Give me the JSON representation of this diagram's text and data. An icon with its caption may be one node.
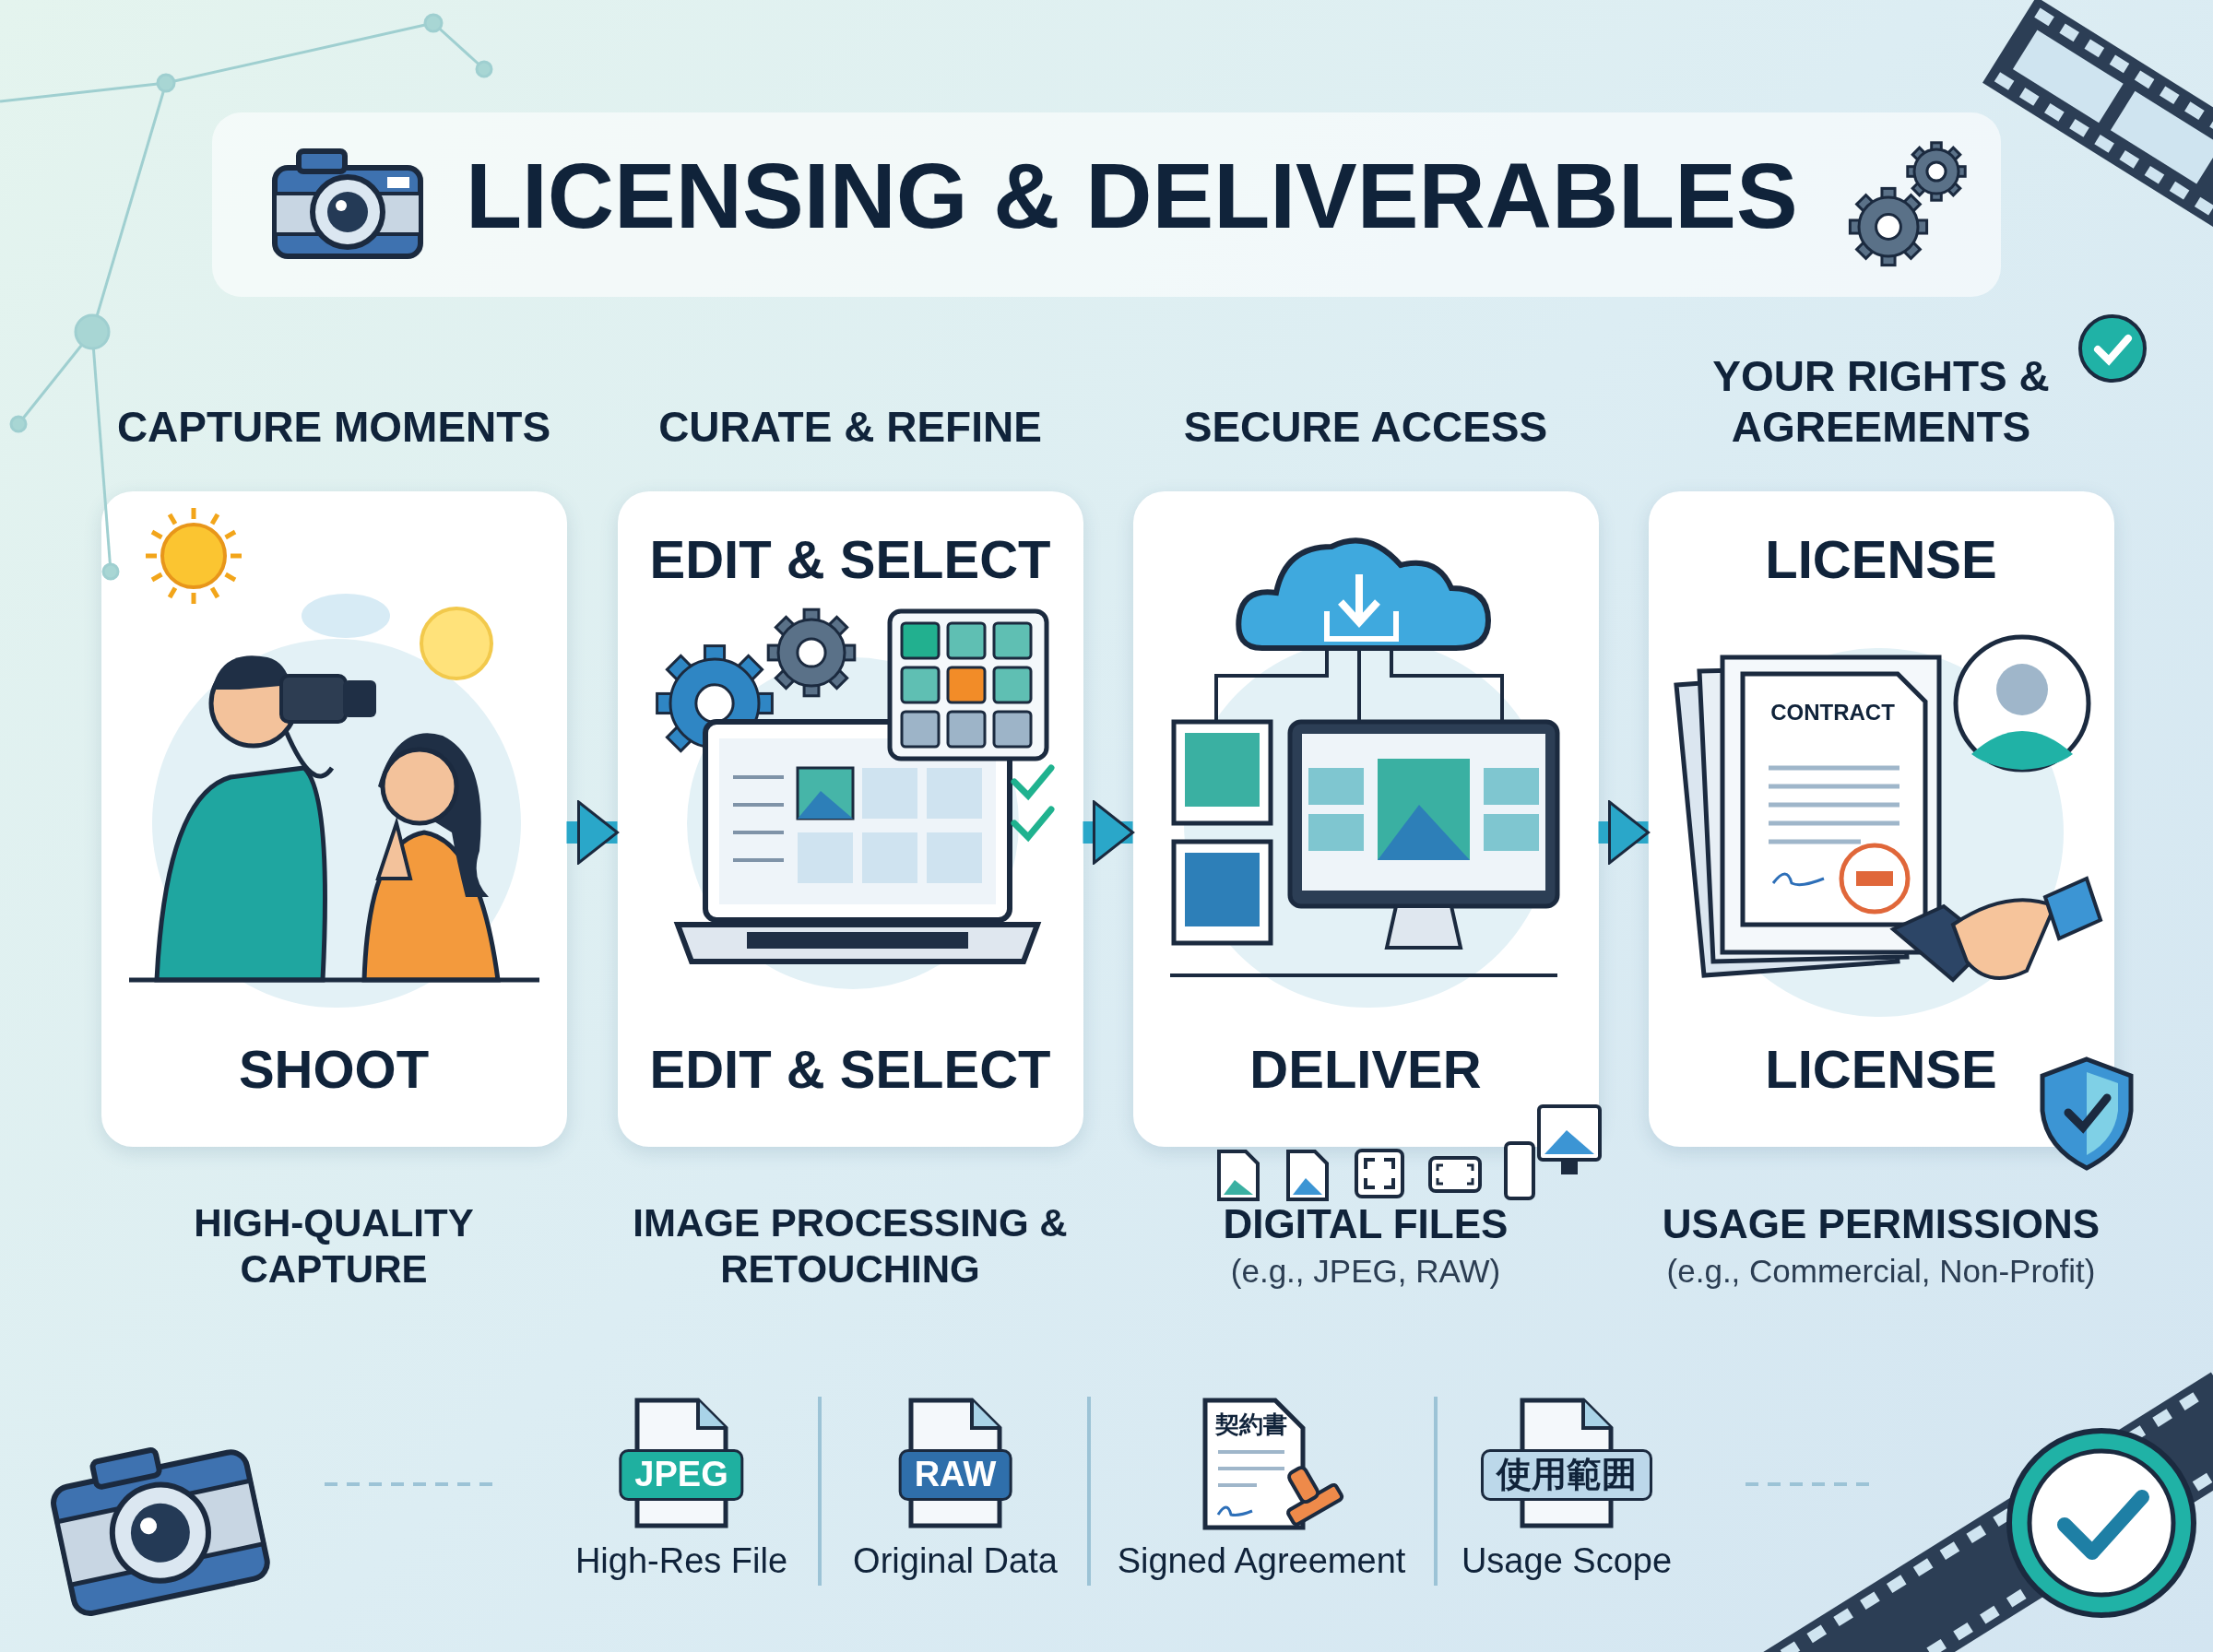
{
  "diagram": {
    "title": "LICENSING & DELIVERABLES",
    "nodes": [
      {
        "text": [
          "CAPTURE MOMENTS",
          "SHOOT"
        ],
        "beside": [
          "HIGH-QUALITY CAPTURE"
        ]
      },
      {
        "text": [
          "CURATE & REFINE",
          "EDIT & SELECT",
          "EDIT & SELECT"
        ],
        "beside": [
          "IMAGE PROCESSING & RETOUCHING"
        ]
      },
      {
        "text": [
          "SECURE ACCESS",
          "DELIVER"
        ],
        "beside": [
          "DIGITAL FILES",
          "(e.g., JPEG, RAW)"
        ]
      },
      {
        "text": [
          "YOUR RIGHTS & AGREEMENTS",
          "LICENSE",
          "LICENSE"
        ],
        "beside": [
          "USAGE PERMISSIONS",
          "(e.g., Commercial, Non-Profit)"
        ]
      }
    ],
    "edges": [
      {
        "from": 0,
        "to": 1,
        "arrow": "to"
      },
      {
        "from": 1,
        "to": 2,
        "arrow": "to"
      },
      {
        "from": 2,
        "to": 3,
        "arrow": "to"
      }
    ],
    "labels": [
      "CONTRACT",
      "JPEG",
      "High-Res File",
      "RAW",
      "Original Data",
      "契約書",
      "Signed Agreement",
      "使用範囲",
      "Usage Scope"
    ]
  }
}
